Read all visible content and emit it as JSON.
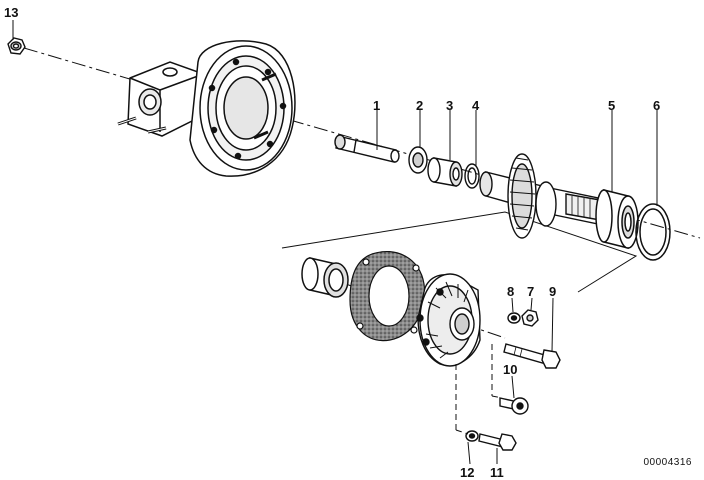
{
  "callouts": [
    {
      "id": "1",
      "label": "1"
    },
    {
      "id": "2",
      "label": "2"
    },
    {
      "id": "3",
      "label": "3"
    },
    {
      "id": "4",
      "label": "4"
    },
    {
      "id": "5",
      "label": "5"
    },
    {
      "id": "6",
      "label": "6"
    },
    {
      "id": "7",
      "label": "7"
    },
    {
      "id": "8",
      "label": "8"
    },
    {
      "id": "9",
      "label": "9"
    },
    {
      "id": "10",
      "label": "10"
    },
    {
      "id": "11",
      "label": "11"
    },
    {
      "id": "12",
      "label": "12"
    },
    {
      "id": "13",
      "label": "13"
    }
  ],
  "reference_number": "00004316",
  "colors": {
    "line": "#111111",
    "background": "#ffffff",
    "gasket": "#6b6b6b"
  }
}
